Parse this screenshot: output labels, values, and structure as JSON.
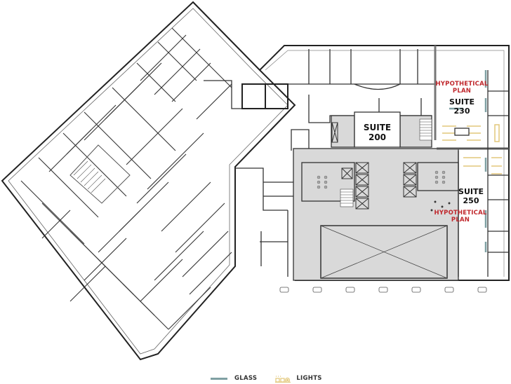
{
  "plan": {
    "type": "office floor plan",
    "suites": [
      {
        "id": "suite-200",
        "label_line1": "SUITE",
        "label_line2": "200"
      },
      {
        "id": "suite-230",
        "label_line1": "SUITE",
        "label_line2": "230",
        "note_line1": "HYPOTHETICAL",
        "note_line2": "PLAN"
      },
      {
        "id": "suite-250",
        "label_line1": "SUITE",
        "label_line2": "250",
        "note_line1": "HYPOTHETICAL",
        "note_line2": "PLAN"
      }
    ],
    "colors": {
      "walls": "#333333",
      "core_fill": "#d9d9d9",
      "glass": "#7fa0a3",
      "lights": "#e2c77a",
      "hypothetical_text": "#c0282d"
    }
  },
  "legend": {
    "items": [
      {
        "label": "GLASS",
        "icon": "glass-line-icon"
      },
      {
        "label": "LIGHTS",
        "icon": "lights-fixture-icon"
      }
    ]
  }
}
